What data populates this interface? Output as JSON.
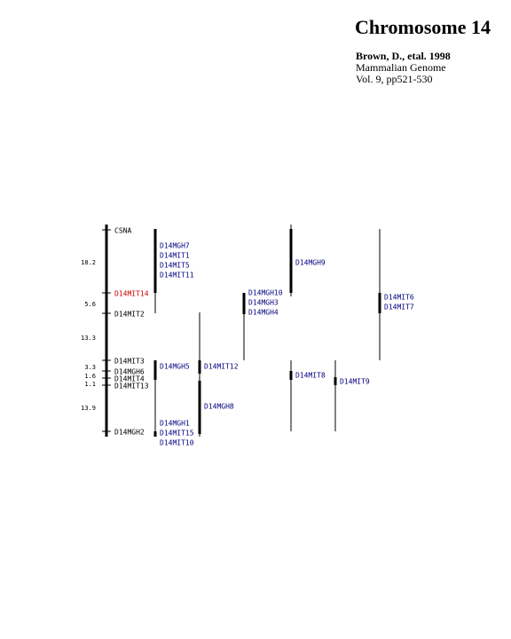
{
  "title": "Chromosome 14",
  "citation": {
    "authors": "Brown, D., etal. 1998",
    "journal": "Mammalian Genome",
    "volume": "Vol. 9, pp521-530"
  },
  "colors": {
    "marker": "#000000",
    "highlight": "#cc0000",
    "group": "#000080",
    "line": "#000000"
  },
  "chromosome": {
    "markers": [
      {
        "label": "CSNA",
        "color": "marker"
      },
      {
        "label": "D14MIT14",
        "color": "highlight"
      },
      {
        "label": "D14MIT2",
        "color": "marker"
      },
      {
        "label": "D14MIT3",
        "color": "marker"
      },
      {
        "label": "D14MGH6",
        "color": "marker"
      },
      {
        "label": "D14MIT4",
        "color": "marker"
      },
      {
        "label": "D14MIT13",
        "color": "marker"
      },
      {
        "label": "D14MGH2",
        "color": "marker"
      }
    ],
    "distances": [
      "18.2",
      "5.6",
      "13.3",
      "3.3",
      "1.6",
      "1.1",
      "13.9"
    ]
  },
  "groups": [
    {
      "labels": [
        "D14MGH7",
        "D14MIT1",
        "D14MIT5",
        "D14MIT11"
      ]
    },
    {
      "labels": [
        "D14MGH5"
      ]
    },
    {
      "labels": [
        "D14MGH1",
        "D14MIT15",
        "D14MIT10"
      ]
    },
    {
      "labels": [
        "D14MIT12"
      ]
    },
    {
      "labels": [
        "D14MGH8"
      ]
    },
    {
      "labels": [
        "D14MGH10",
        "D14MGH3",
        "D14MGH4"
      ]
    },
    {
      "labels": [
        "D14MGH9"
      ]
    },
    {
      "labels": [
        "D14MIT8"
      ]
    },
    {
      "labels": [
        "D14MIT9"
      ]
    },
    {
      "labels": [
        "D14MIT6",
        "D14MIT7"
      ]
    }
  ]
}
